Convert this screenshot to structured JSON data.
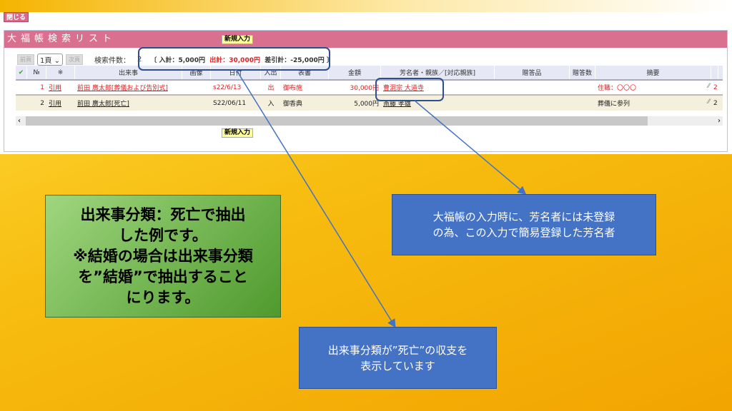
{
  "close_label": "閉じる",
  "panel": {
    "title": "大福帳検索リスト",
    "new_entry_label": "新規入力"
  },
  "pager": {
    "prev_label": "前頁",
    "page_select": "1頁",
    "next_label": "次頁",
    "count_label": "検索件数：",
    "count": "2",
    "totals": {
      "open": "〔",
      "in": "入計：5,000円",
      "out": "出計：30,000円",
      "diff": "差引計：-25,000円",
      "close": "〕"
    }
  },
  "table": {
    "headers": [
      "✔",
      "№",
      "※",
      "出来事",
      "画像",
      "日付",
      "入出",
      "表書",
      "金額",
      "芳名者・親族／[対応親族]",
      "贈答品",
      "贈答数",
      "摘要",
      ""
    ],
    "rows": [
      {
        "no": "1",
        "ref": "引用",
        "event": "前田 廣太郎[葬儀および告別式]",
        "image": "",
        "date": "s22/6/13",
        "io": "出",
        "label": "御布施",
        "amount": "30,000円",
        "name": "曹洞宗 大道寺",
        "gift": "",
        "gift_count": "",
        "note": "住職：〇〇〇",
        "extra": "2"
      },
      {
        "no": "2",
        "ref": "引用",
        "event": "前田 廣太郎[死亡]",
        "image": "",
        "date": "S22/06/11",
        "io": "入",
        "label": "御香典",
        "amount": "5,000円",
        "name": "斎藤 孝雄",
        "gift": "",
        "gift_count": "",
        "note": "葬儀に参列",
        "extra": "2"
      }
    ]
  },
  "callouts": {
    "green": [
      "出来事分類：死亡で抽出",
      "した例です。",
      "※結婚の場合は出来事分類",
      "を”結婚”で抽出すること",
      "にります。"
    ],
    "blue_right": [
      "大福帳の入力時に、芳名者には未登録",
      "の為、この入力で簡易登録した芳名者"
    ],
    "blue_bottom": [
      "出来事分類が”死亡”の収支を",
      "表示しています"
    ]
  },
  "colors": {
    "header_pink": "#d9708f",
    "callout_blue": "#4472c4",
    "outline_navy": "#2f4e8f"
  }
}
